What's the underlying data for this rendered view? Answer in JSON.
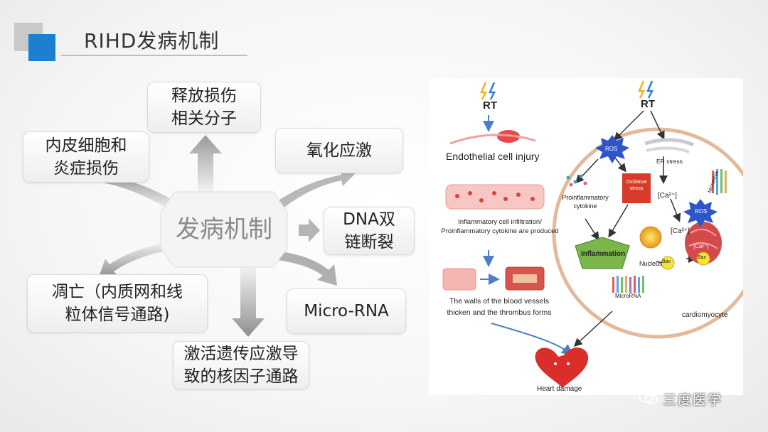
{
  "slide": {
    "title": "RIHD发病机制",
    "center": "发病机制",
    "nodes": {
      "release": "释放损伤\n相关分子",
      "endothelial": "内皮细胞和\n炎症损伤",
      "oxidative": "氧化应激",
      "dna": "DNA双\n链断裂",
      "apoptosis": "凋亡（内质网和线\n粒体信号通路)",
      "microrna": "Micro-RNA",
      "nuclear": "激活遗传应激导\n致的核因子通路"
    }
  },
  "figure": {
    "rt_left": "RT",
    "rt_right": "RT",
    "endothelial_injury": "Endothelial cell injury",
    "infiltration": "Inflammatory cell infiltration/\nProinflammatory cytokine are produced",
    "vessel_walls": "The walls of the blood vessels\nthicken and the thrombus forms",
    "heart_damage": "Heart damage",
    "ros_top": "ROS",
    "er_stress": "ER stress",
    "oxidative_stress": "Oxidative\nstress",
    "proinflammatory": "Proinflammatory\ncytokine",
    "ca1": "[Ca²⁺]",
    "ca2": "[Ca²⁺]",
    "ca3": "[Ca²⁺]",
    "ros_right": "ROS",
    "microrna_top": "MicroRNA",
    "inflammation": "Inflammation",
    "nucleus": "Nucleus",
    "bax1": "Bax",
    "bax2": "Bax",
    "microrna_bottom": "MicroRNA",
    "cardiomyocyte": "cardiomyocyte"
  },
  "watermark": {
    "text": "三度医学",
    "icon": "wechat-icon"
  },
  "colors": {
    "accent_blue": "#1d7fd0",
    "ros_blue": "#2f56c9",
    "oxidative_red": "#d83b2b",
    "inflammation_green": "#7ab648",
    "cell_border": "#e3b99a"
  }
}
